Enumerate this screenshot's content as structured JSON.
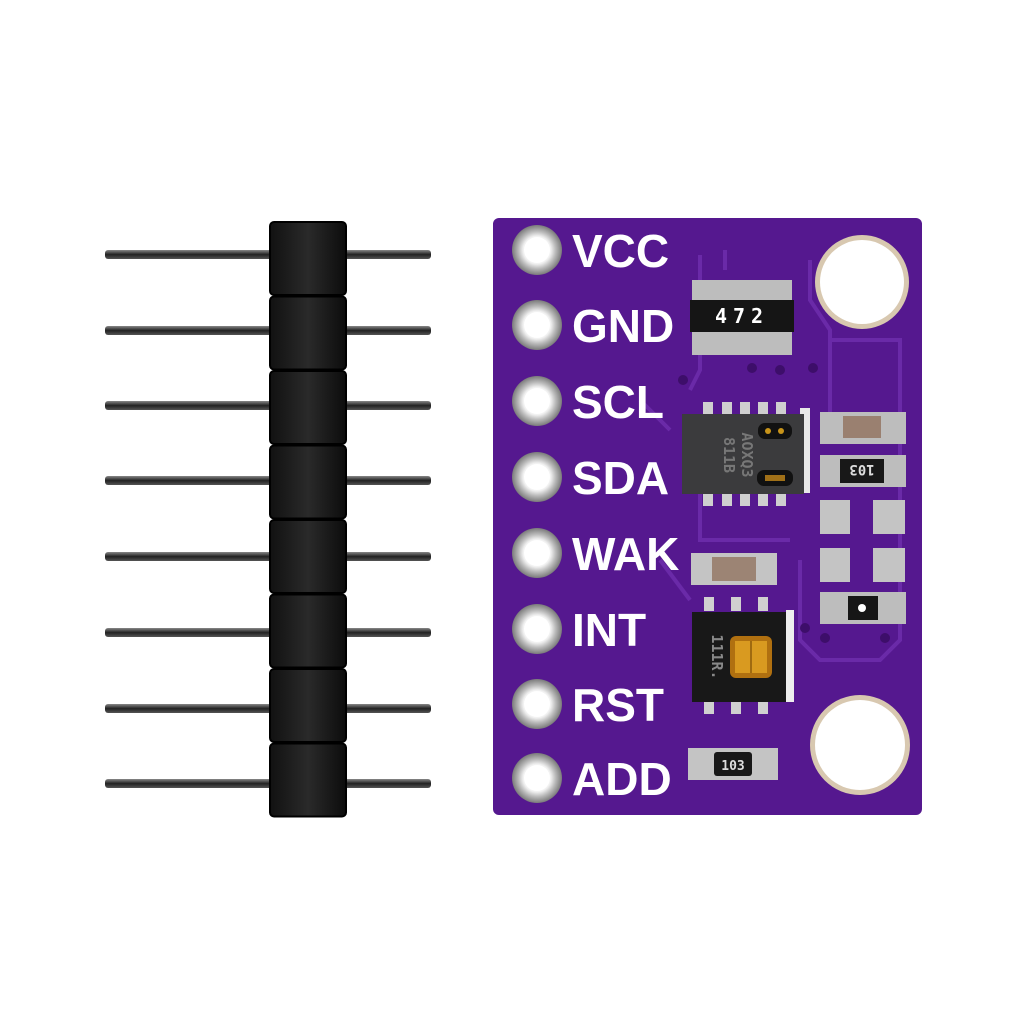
{
  "board": {
    "pin_labels": [
      "VCC",
      "GND",
      "SCL",
      "SDA",
      "WAK",
      "INT",
      "RST",
      "ADD"
    ],
    "resistor_network_marking": "472",
    "sensor_chip_marking_line1": "811B",
    "sensor_chip_marking_line2": "AOXQ3",
    "resistor_right_marking": "103",
    "humidity_chip_marking": "111R.",
    "resistor_bottom_marking": "103",
    "pcb_color": "#55188f",
    "pad_color": "#c9c9c9"
  },
  "header": {
    "pin_count": 8
  }
}
